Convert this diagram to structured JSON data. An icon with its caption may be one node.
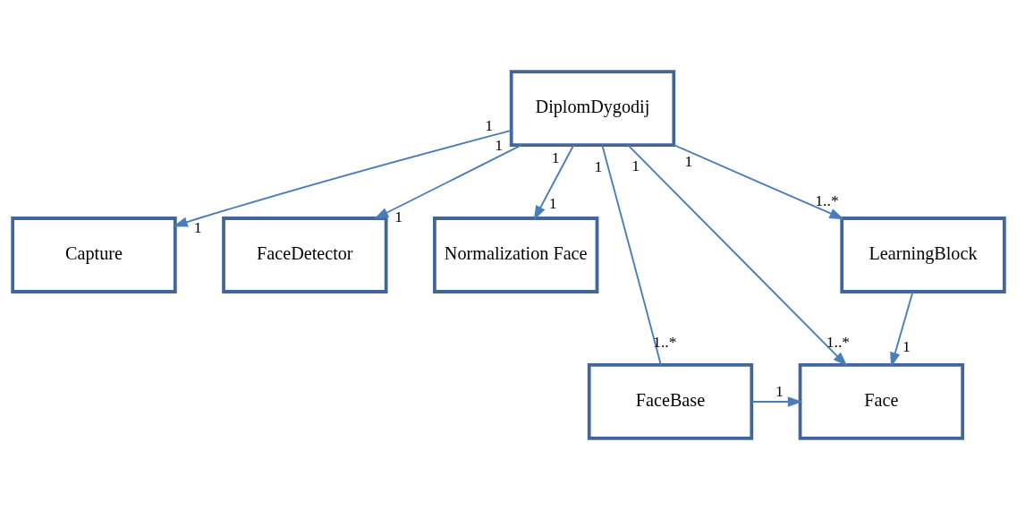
{
  "diagram": {
    "nodes": [
      {
        "text": [
          "DiplomDygodij"
        ]
      },
      {
        "text": [
          "Capture"
        ]
      },
      {
        "text": [
          "FaceDetector"
        ]
      },
      {
        "text": [
          "Normalization Face"
        ]
      },
      {
        "text": [
          "Face"
        ]
      },
      {
        "text": [
          "FaceBase"
        ]
      },
      {
        "text": [
          "LearningBlock"
        ]
      }
    ],
    "edges": [
      {
        "from": 0,
        "to": 1,
        "arrow": "to"
      },
      {
        "from": 0,
        "to": 2,
        "arrow": "to"
      },
      {
        "from": 0,
        "to": 6,
        "arrow": "to"
      },
      {
        "from": 0,
        "to": 4,
        "arrow": "to"
      },
      {
        "from": 0,
        "to": 5,
        "arrow": "none"
      },
      {
        "from": 0,
        "to": 3,
        "arrow": "to"
      },
      {
        "from": 5,
        "to": 4,
        "arrow": "to"
      },
      {
        "from": 6,
        "to": 4,
        "arrow": "to"
      }
    ],
    "labels": [
      "1",
      "1",
      "1",
      "1",
      "1",
      "1",
      "1",
      "1",
      "1",
      "1..*",
      "1",
      "1",
      "1..*",
      "1..*"
    ]
  }
}
